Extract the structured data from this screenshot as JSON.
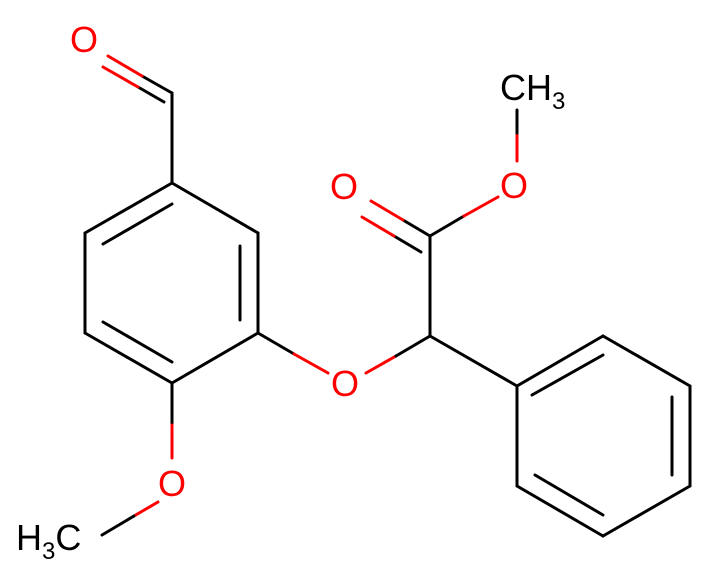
{
  "molecule": {
    "labels": {
      "aldehyde_o": "O",
      "ester_carbonyl_o": "O",
      "ester_o": "O",
      "ester_methyl_c": "CH",
      "ester_methyl_sub": "3",
      "ether_o": "O",
      "methoxy_o": "O",
      "methoxy_methyl_h": "H",
      "methoxy_methyl_sub": "3",
      "methoxy_methyl_c": "C"
    },
    "colors": {
      "oxygen": "#ff0000",
      "carbon": "#000000",
      "background": "#ffffff"
    }
  }
}
